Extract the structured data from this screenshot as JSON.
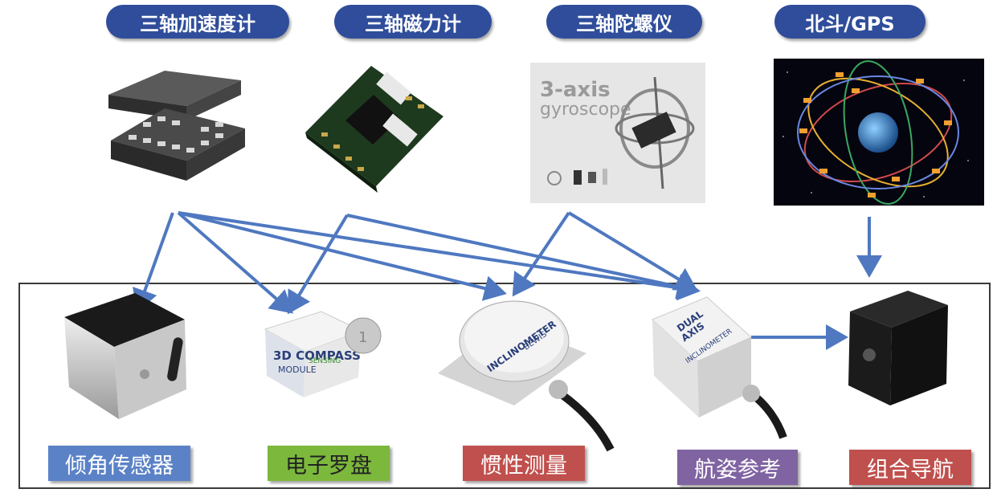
{
  "sensors": [
    {
      "label": "三轴加速度计"
    },
    {
      "label": "三轴磁力计"
    },
    {
      "label": "三轴陀螺仪"
    },
    {
      "label": "北斗/GPS"
    }
  ],
  "gyroscope_image_text": [
    "3-axis",
    "gyroscope"
  ],
  "products": [
    {
      "label": "倾角传感器",
      "color": "#5b82c7"
    },
    {
      "label": "电子罗盘",
      "color": "#7cb83c"
    },
    {
      "label": "惯性测量",
      "color": "#c0504d"
    },
    {
      "label": "航姿参考",
      "color": "#8064a2"
    },
    {
      "label": "组合导航",
      "color": "#c0504d"
    }
  ],
  "device_texts": {
    "compass": [
      "3D COMPASS",
      "MODULE",
      "SENSING"
    ],
    "inclinometer": [
      "INCLINOMETER",
      "BEWIS"
    ],
    "dual_axis": [
      "DUAL",
      "AXIS",
      "INCLINOMETER"
    ],
    "coin": "1"
  },
  "arrow_color": "#4f78c0"
}
